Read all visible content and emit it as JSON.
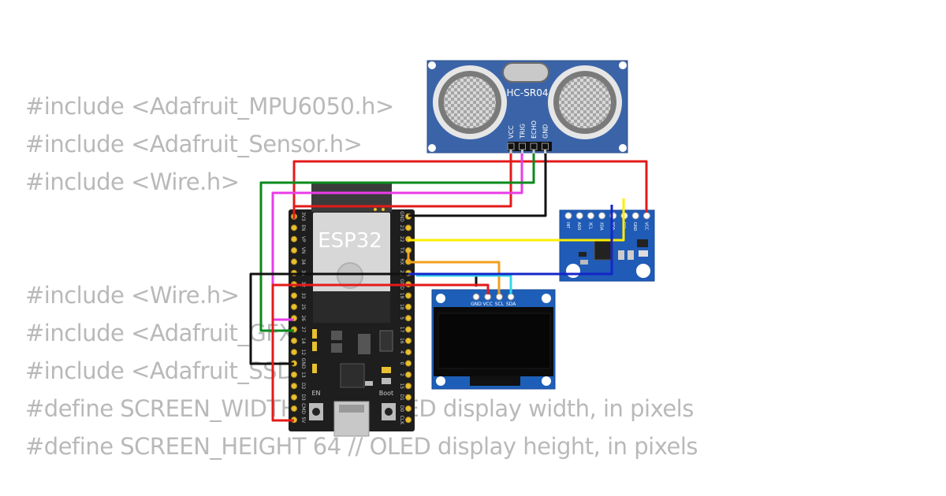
{
  "code_lines": [
    "#include <Adafruit_MPU6050.h>",
    "#include <Adafruit_Sensor.h>",
    "#include <Wire.h>",
    "#include <Wire.h>",
    "#include <Adafruit_GFX.h>",
    "#include <Adafruit_SSD1306.h>",
    "#define SCREEN_WIDTH 128 // OLED display width, in pixels",
    "#define SCREEN_HEIGHT 64 // OLED display height, in pixels"
  ],
  "hcsr04": {
    "label": "HC-SR04",
    "pins": [
      "VCC",
      "TRIG",
      "ECHO",
      "GND"
    ]
  },
  "esp32": {
    "label": "ESP32",
    "left_pins": [
      "3V3",
      "EN",
      "VP",
      "VN",
      "34",
      "35",
      "32",
      "33",
      "25",
      "26",
      "27",
      "14",
      "12",
      "GND",
      "13",
      "D2",
      "D3",
      "CMD",
      "5V"
    ],
    "right_pins": [
      "GND",
      "23",
      "22",
      "TX",
      "RX",
      "21",
      "GND",
      "19",
      "18",
      "5",
      "17",
      "16",
      "4",
      "0",
      "2",
      "15",
      "D1",
      "D0",
      "CLK"
    ],
    "en_label": "EN",
    "boot_label": "Boot"
  },
  "mpu6050": {
    "pins": [
      "INT",
      "AD0",
      "XCL",
      "XDA",
      "SDA",
      "SCL",
      "GND",
      "VCC"
    ]
  },
  "oled": {
    "pins": [
      "GND",
      "VCC",
      "SCL",
      "SDA"
    ]
  },
  "colors": {
    "code_text": "#b9b9b9",
    "hcsr04_board": "#3b64a8",
    "esp32_board": "#1e1e1e",
    "mpu_board": "#1f5bb7",
    "oled_board": "#1d5fb8",
    "wire_red": "#e41a1a",
    "wire_black": "#111111",
    "wire_green": "#0b8a1d",
    "wire_magenta": "#e83ce8",
    "wire_yellow": "#ffee00",
    "wire_orange": "#f0a020",
    "wire_cyan": "#33d6e8",
    "wire_blue": "#1426c8"
  }
}
